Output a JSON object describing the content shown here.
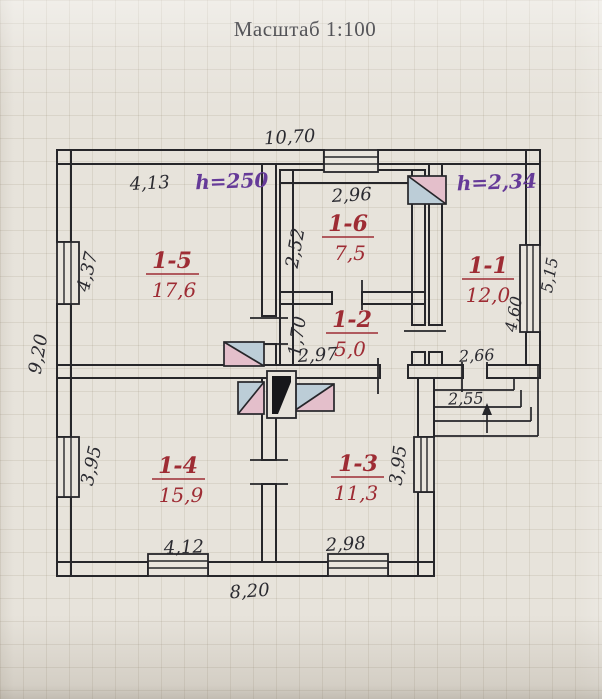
{
  "photo": {
    "title": "Масштаб 1:100"
  },
  "plan": {
    "overall_dims": {
      "top": "10,70",
      "left": "9,20",
      "bottom": "8,20",
      "right_wing": "5,15"
    },
    "notes": {
      "main_height": "h=250",
      "wing_height": "h=2,34"
    },
    "rooms": [
      {
        "id": "1-5",
        "area": "17,6",
        "w": "4,13",
        "h": "4,37"
      },
      {
        "id": "1-6",
        "area": "7,5",
        "w": "2,96",
        "h": "2,52"
      },
      {
        "id": "1-2",
        "area": "5,0",
        "w": "2,97",
        "h": "1,70"
      },
      {
        "id": "1-1",
        "area": "12,0",
        "w": "2,66",
        "h": "4,60"
      },
      {
        "id": "1-4",
        "area": "15,9",
        "w": "4,12",
        "h": "3,95"
      },
      {
        "id": "1-3",
        "area": "11,3",
        "w": "2,98",
        "h": "3,95"
      }
    ],
    "porch": {
      "width": "2,55"
    }
  },
  "colors": {
    "paper": "#e7e3db",
    "ink": "#26262a",
    "room_label": "#9e2c34",
    "note_purple": "#653a98",
    "stove_pink": "#e4bfcb",
    "stove_blue": "#bccdd7"
  }
}
